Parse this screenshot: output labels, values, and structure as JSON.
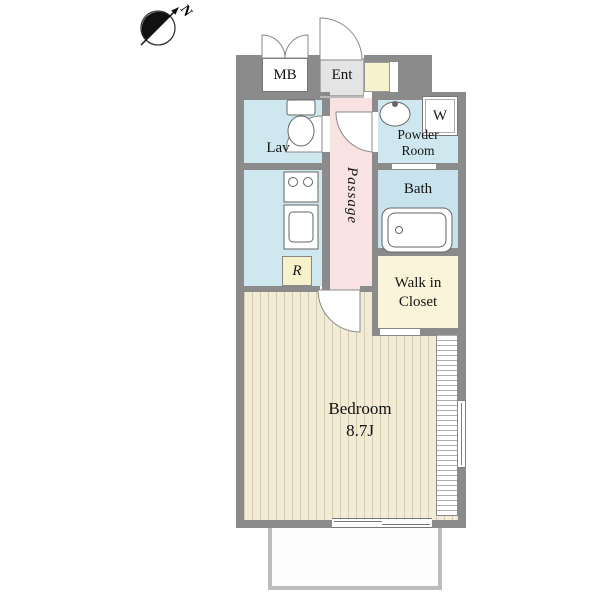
{
  "palette": {
    "wall": "#8b8b8b",
    "water": "#cfe8f0",
    "bathcolor": "#c8e2ee",
    "passagepink": "#f8e3e2",
    "ent": "#e4e4e4",
    "yellow": "#f7f1cc",
    "wic": "#faf5da",
    "bedroom": "#f1ebd8",
    "stripe": "#d7cdad",
    "balcony": "#bcbcbc",
    "text": "#141414"
  },
  "compass": {
    "label": "N"
  },
  "rooms": {
    "mb": {
      "label": "MB"
    },
    "ent": {
      "label": "Ent"
    },
    "lav": {
      "label": "Lav"
    },
    "powder": {
      "label": "Powder Room"
    },
    "washer": {
      "label": "W"
    },
    "passage": {
      "label": "Passage"
    },
    "bath": {
      "label": "Bath"
    },
    "fridge": {
      "label": "R"
    },
    "wic": {
      "label": "Walk in Closet"
    },
    "bedroom": {
      "label": "Bedroom",
      "size": "8.7J"
    }
  }
}
